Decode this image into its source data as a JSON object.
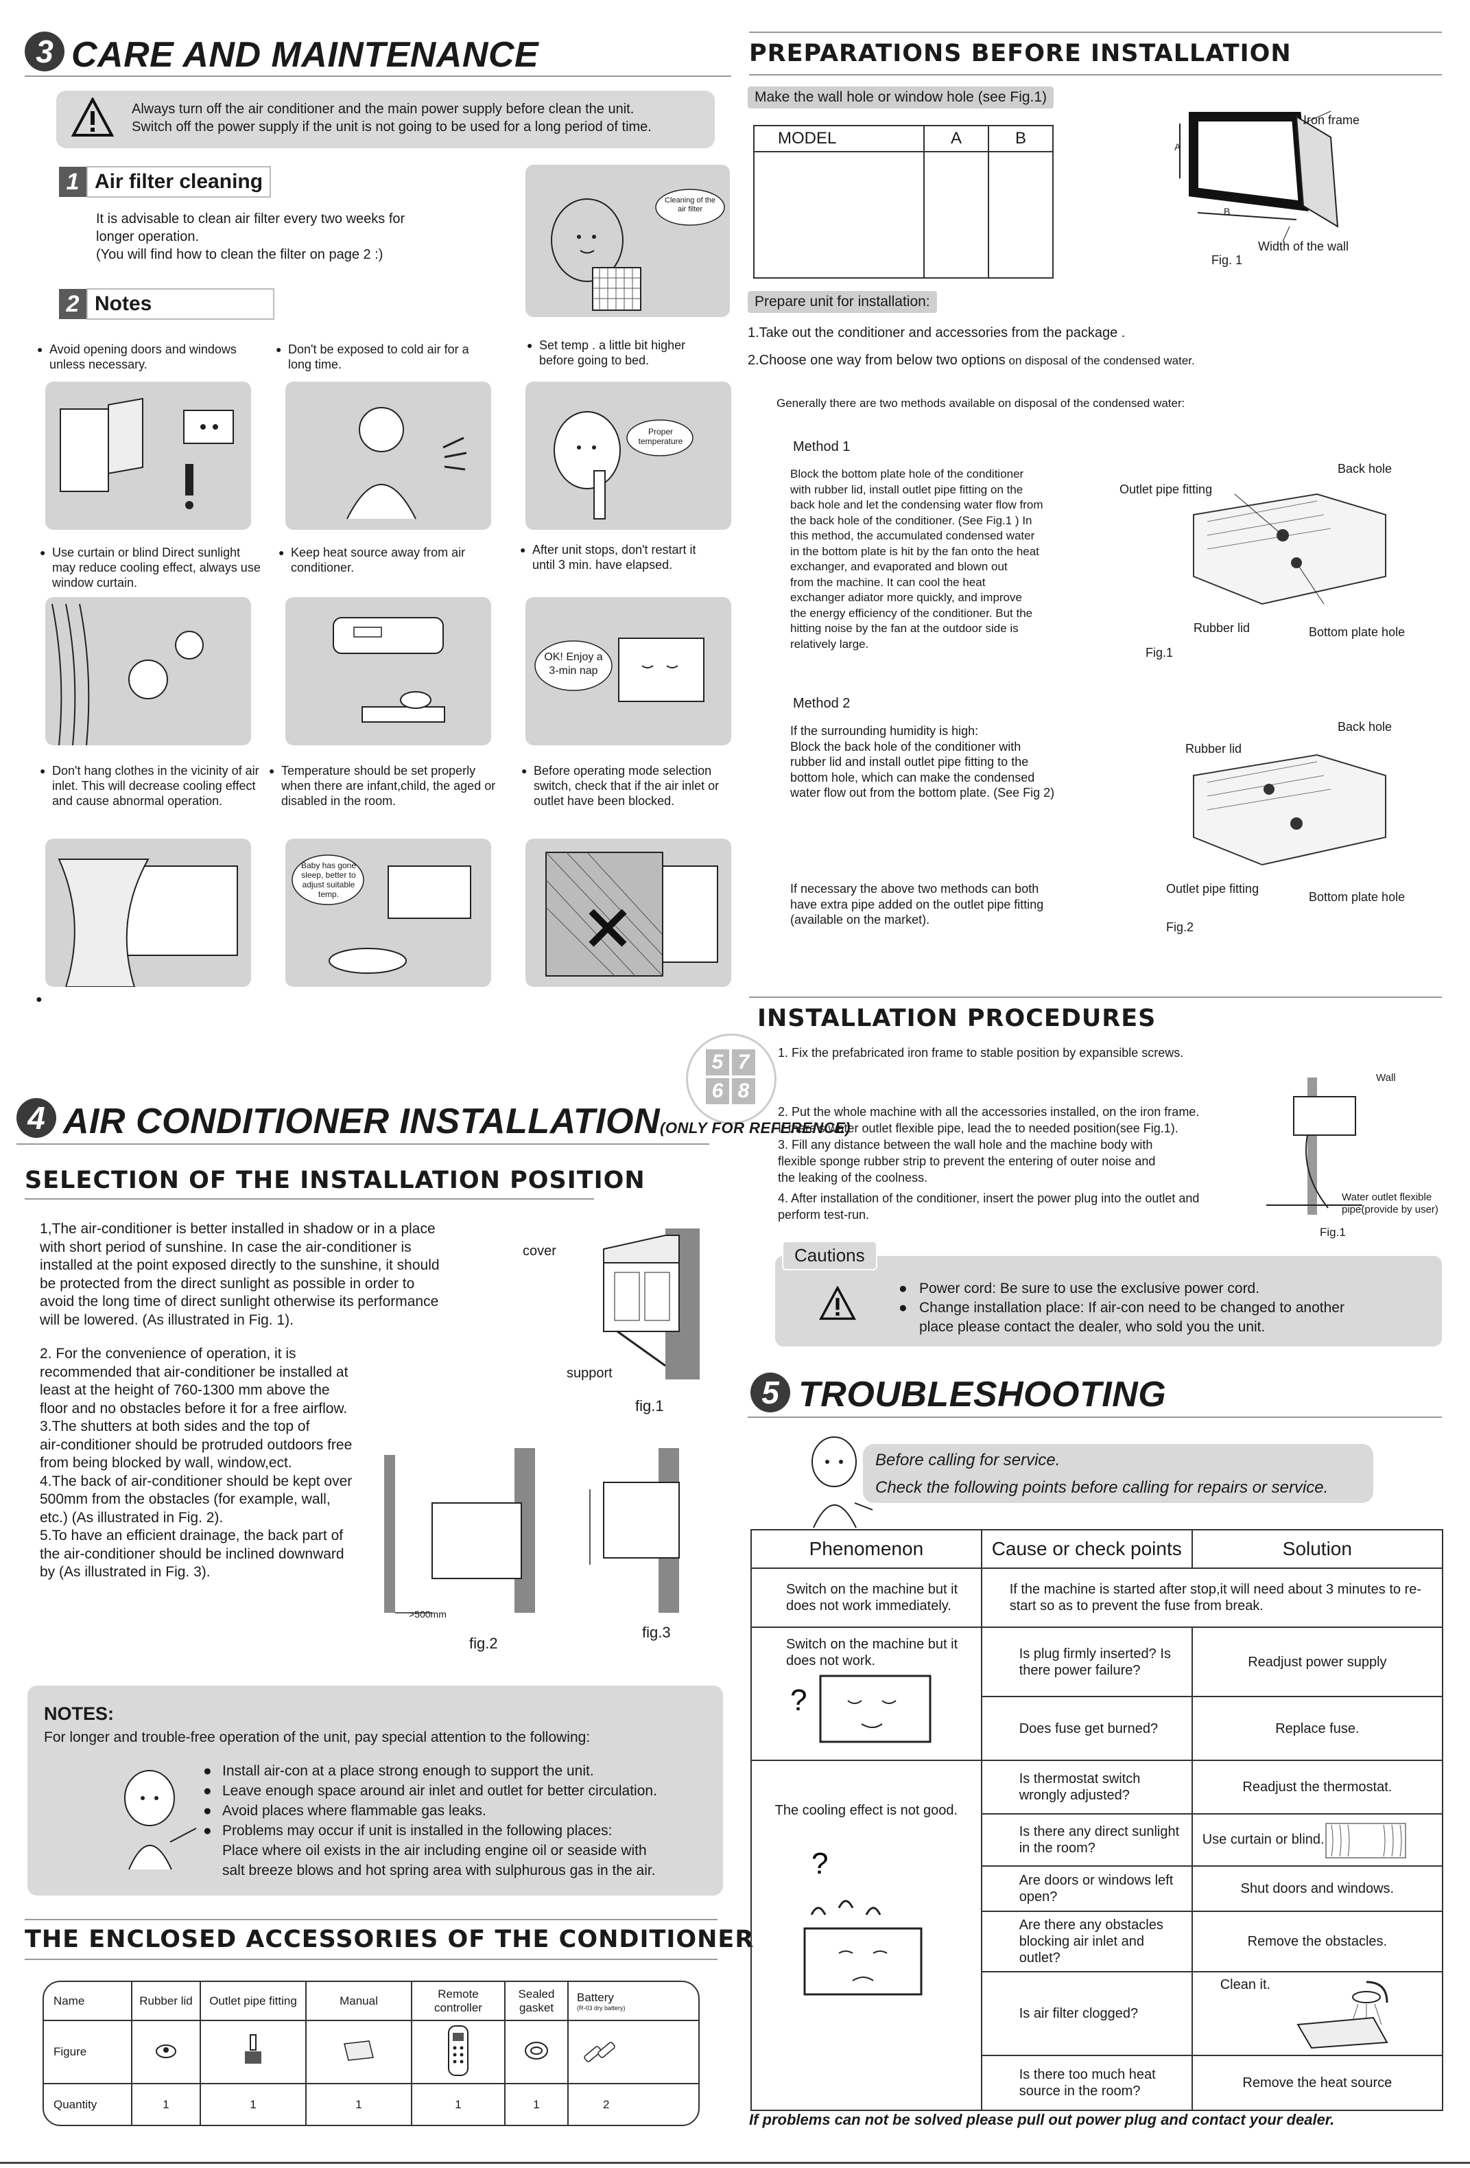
{
  "sec3": {
    "num": "3",
    "title": "CARE AND MAINTENANCE",
    "warning_lines": [
      "Always turn off the air conditioner and the main power supply before clean the unit.",
      "Switch off the power supply if the unit is not going to be used for a long period of time."
    ],
    "air_filter": {
      "num": "1",
      "title": "Air filter cleaning",
      "lines": [
        "It is advisable to clean air filter every two weeks for",
        "longer operation.",
        "(You will find how to clean the filter on page 2 :)"
      ],
      "bubble": "Cleaning of the air filter"
    },
    "notes": {
      "num": "2",
      "title": "Notes",
      "row1": [
        {
          "text": "Avoid opening doors and windows unless necessary."
        },
        {
          "text": "Don't be exposed to cold air for a long time."
        },
        {
          "text": "Set temp . a little bit higher before going to bed.",
          "bubble": "Proper temperature"
        }
      ],
      "row2": [
        {
          "text": "Use curtain or blind Direct sunlight may reduce cooling effect, always use window curtain."
        },
        {
          "text": "Keep heat source away from air conditioner."
        },
        {
          "text": "After unit stops, don't restart it until 3 min. have elapsed.",
          "bubble": "OK! Enjoy a 3-min nap"
        }
      ],
      "row3": [
        {
          "text": "Don't hang clothes in the vicinity of air inlet. This will decrease cooling effect and cause abnormal operation."
        },
        {
          "text": "Temperature should be set properly when there are infant,child, the aged or disabled in the room.",
          "bubble": "Baby has gone sleep, better to adjust suitable temp."
        },
        {
          "text": "Before operating mode selection switch, check that if the air inlet or outlet have been blocked."
        }
      ]
    }
  },
  "prep": {
    "title": "PREPARATIONS BEFORE INSTALLATION",
    "wall_hole_label": "Make the wall hole or window hole (see Fig.1)",
    "model_headers": [
      "MODEL",
      "A",
      "B"
    ],
    "fig1_labels": {
      "iron_frame": "Iron frame",
      "width": "Width of the wall",
      "fig": "Fig. 1",
      "a": "A",
      "b": "B"
    },
    "prepare_label": "Prepare unit for installation:",
    "step1": "1.Take out the conditioner and accessories from the package .",
    "step2_a": "2.Choose one way from below two options",
    "step2_b": " on disposal of the condensed water.",
    "generally": "Generally there are two methods available on disposal of the condensed water:",
    "method1_title": "Method 1",
    "method1_lines": [
      "Block the bottom plate hole of the conditioner",
      "with rubber lid, install outlet pipe fitting on the",
      "back hole and let the condensing water flow from",
      "the back hole of the conditioner. (See Fig.1 ) In",
      "this method, the accumulated condensed water",
      "in the bottom plate is hit by the fan onto the heat",
      "exchanger, and evaporated and blown out",
      "from the machine. It can cool the heat",
      "exchanger adiator more quickly, and improve",
      "the energy efficiency of the conditioner. But the",
      "hitting noise by the fan at the outdoor side is",
      "relatively large."
    ],
    "method1_fig": {
      "outlet": "Outlet pipe fitting",
      "back": "Back hole",
      "rubber": "Rubber lid",
      "bottom": "Bottom plate hole",
      "fig": "Fig.1"
    },
    "method2_title": "Method 2",
    "method2_lines": [
      "If the surrounding humidity is high:",
      "Block the back hole of the conditioner with",
      "rubber lid and install outlet pipe fitting to the",
      "bottom hole, which can make the condensed",
      "water flow out from the bottom plate. (See Fig 2)"
    ],
    "method2_fig": {
      "outlet": "Outlet pipe fitting",
      "back": "Back hole",
      "rubber": "Rubber lid",
      "bottom": "Bottom plate hole",
      "fig": "Fig.2"
    },
    "extra_lines": [
      "If necessary the above two methods can both",
      "have extra pipe added on the outlet pipe fitting",
      "(available on the market)."
    ]
  },
  "install_proc": {
    "title": "INSTALLATION PROCEDURES",
    "steps": [
      "1. Fix the prefabricated iron frame to stable position by expansible screws.",
      "2. Put the whole machine with all the accessories installed, on the iron frame.",
      "If there's water outlet flexible pipe, lead the to needed position(see Fig.1).",
      "3. Fill any distance between the wall hole and the machine body with",
      "flexible sponge rubber strip to prevent the entering of outer noise and",
      "the leaking of the coolness.",
      "4. After installation of the conditioner, insert the power plug into the outlet and",
      "perform test-run."
    ],
    "fig_labels": {
      "wall": "Wall",
      "pipe": "Water outlet flexible pipe(provide by user)",
      "fig": "Fig.1"
    },
    "cautions_title": "Cautions",
    "cautions": [
      "Power cord: Be sure to use the exclusive power cord.",
      "Change installation place: If air-con need to be changed to another",
      "place please contact the dealer, who sold you the unit."
    ]
  },
  "page_marks": [
    "5",
    "7",
    "6",
    "8"
  ],
  "sec4": {
    "num": "4",
    "title": "AIR CONDITIONER INSTALLATION",
    "title_note": "(ONLY FOR REFERENCE)",
    "selection_title": "SELECTION OF THE INSTALLATION POSITION",
    "para1": [
      "1,The air-conditioner is better installed in shadow or in a place",
      "with short period of sunshine. In case the air-conditioner is",
      "installed at the point exposed directly to the sunshine, it should",
      "be protected from the direct sunlight as possible in order to",
      "avoid the long time of direct sunlight otherwise its performance",
      "will be lowered. (As illustrated in Fig. 1)."
    ],
    "para2": [
      " 2. For the convenience of operation, it is",
      "recommended that air-conditioner be installed at",
      "least at the height of  760-1300 mm above the",
      "floor and no obstacles before it for a free airflow.",
      "3.The shutters at both sides and the top of",
      "air-conditioner should be protruded outdoors free",
      "from being blocked by wall, window,ect.",
      "4.The back of air-conditioner should be kept over",
      "500mm from the obstacles (for example, wall,",
      "etc.) (As illustrated in Fig. 2).",
      "5.To have an efficient drainage, the back part of",
      "the air-conditioner should be inclined downward",
      "by              (As illustrated in Fig. 3)."
    ],
    "fig_labels": {
      "cover": "cover",
      "support": "support",
      "fig1": "fig.1",
      "fig2": "fig.2",
      "fig3": "fig.3",
      "dist": ">500mm"
    },
    "notes_title": "NOTES:",
    "notes_intro": "For longer and trouble-free operation of the unit, pay special attention to the following:",
    "notes_items": [
      "Install air-con at a place strong enough to support the unit.",
      "Leave enough space around air inlet and outlet for better circulation.",
      "Avoid places where flammable gas leaks.",
      "Problems may occur if unit is installed in the following places:"
    ],
    "notes_sub": [
      "Place where oil exists in the air including engine oil or seaside with",
      "salt breeze blows and hot spring area with sulphurous gas in the air."
    ],
    "acc_title": "THE ENCLOSED ACCESSORIES OF THE CONDITIONER",
    "acc_headers": [
      "Name",
      "Rubber lid",
      "Outlet pipe fitting",
      "Manual",
      "Remote controller",
      "Sealed gasket",
      "Battery"
    ],
    "acc_battery_note": "(R-03 dry battery)",
    "acc_figure_label": "Figure",
    "acc_quantity_label": "Quantity",
    "acc_quantities": [
      "1",
      "1",
      "1",
      "1",
      "1",
      "2"
    ]
  },
  "sec5": {
    "num": "5",
    "title": "TROUBLESHOOTING",
    "bubble_lines": [
      "Before calling for service.",
      "Check the following points before calling for repairs or service."
    ],
    "headers": [
      "Phenomenon",
      "Cause or check points",
      "Solution"
    ],
    "row1": {
      "phen": "Switch on the machine but it does not work immediately.",
      "cause": "If the machine is started after stop,it will need about 3 minutes to re-start so as to prevent the fuse from break."
    },
    "group2": {
      "phen": "Switch on the machine but it does not work.",
      "rows": [
        {
          "cause": "Is plug firmly inserted? Is there power failure?",
          "solution": "Readjust power supply"
        },
        {
          "cause": "Does fuse get burned?",
          "solution": "Replace fuse."
        }
      ]
    },
    "group3": {
      "phen": "The cooling effect is not good.",
      "rows": [
        {
          "cause": "Is thermostat switch wrongly adjusted?",
          "solution": "Readjust the thermostat."
        },
        {
          "cause": "Is there any direct sunlight in the room?",
          "solution": "Use curtain or blind."
        },
        {
          "cause": "Are doors or windows left open?",
          "solution": "Shut doors and windows."
        },
        {
          "cause": "Are there any obstacles blocking air inlet and outlet?",
          "solution": "Remove the obstacles."
        },
        {
          "cause": "Is air filter clogged?",
          "solution": "Clean it."
        },
        {
          "cause": "Is there too much heat source in the room?",
          "solution": "Remove the heat source"
        }
      ]
    },
    "footer": "If problems can not be solved please pull out power plug and contact  your dealer."
  }
}
